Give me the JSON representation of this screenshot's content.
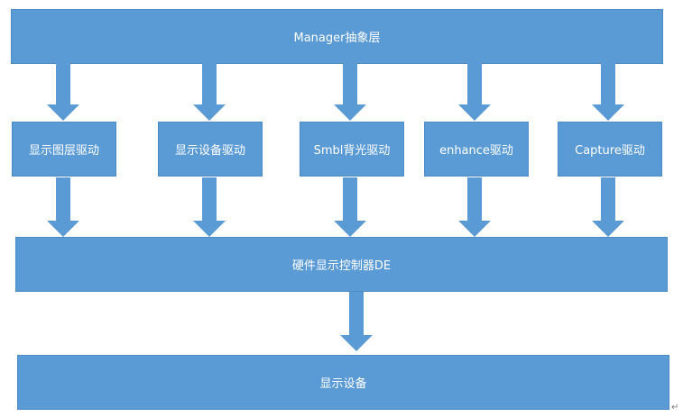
{
  "diagram": {
    "manager_layer": "Manager抽象层",
    "drivers": [
      "显示图层驱动",
      "显示设备驱动",
      "Smbl背光驱动",
      "enhance驱动",
      "Capture驱动"
    ],
    "hardware_controller": "硬件显示控制器DE",
    "display_device": "显示设备"
  },
  "colors": {
    "box_fill": "#5b9bd5",
    "box_border": "#4f8cc4",
    "text": "#ffffff"
  },
  "icons": {
    "arrow": "arrow-down-icon",
    "paragraph_mark": "↵"
  }
}
